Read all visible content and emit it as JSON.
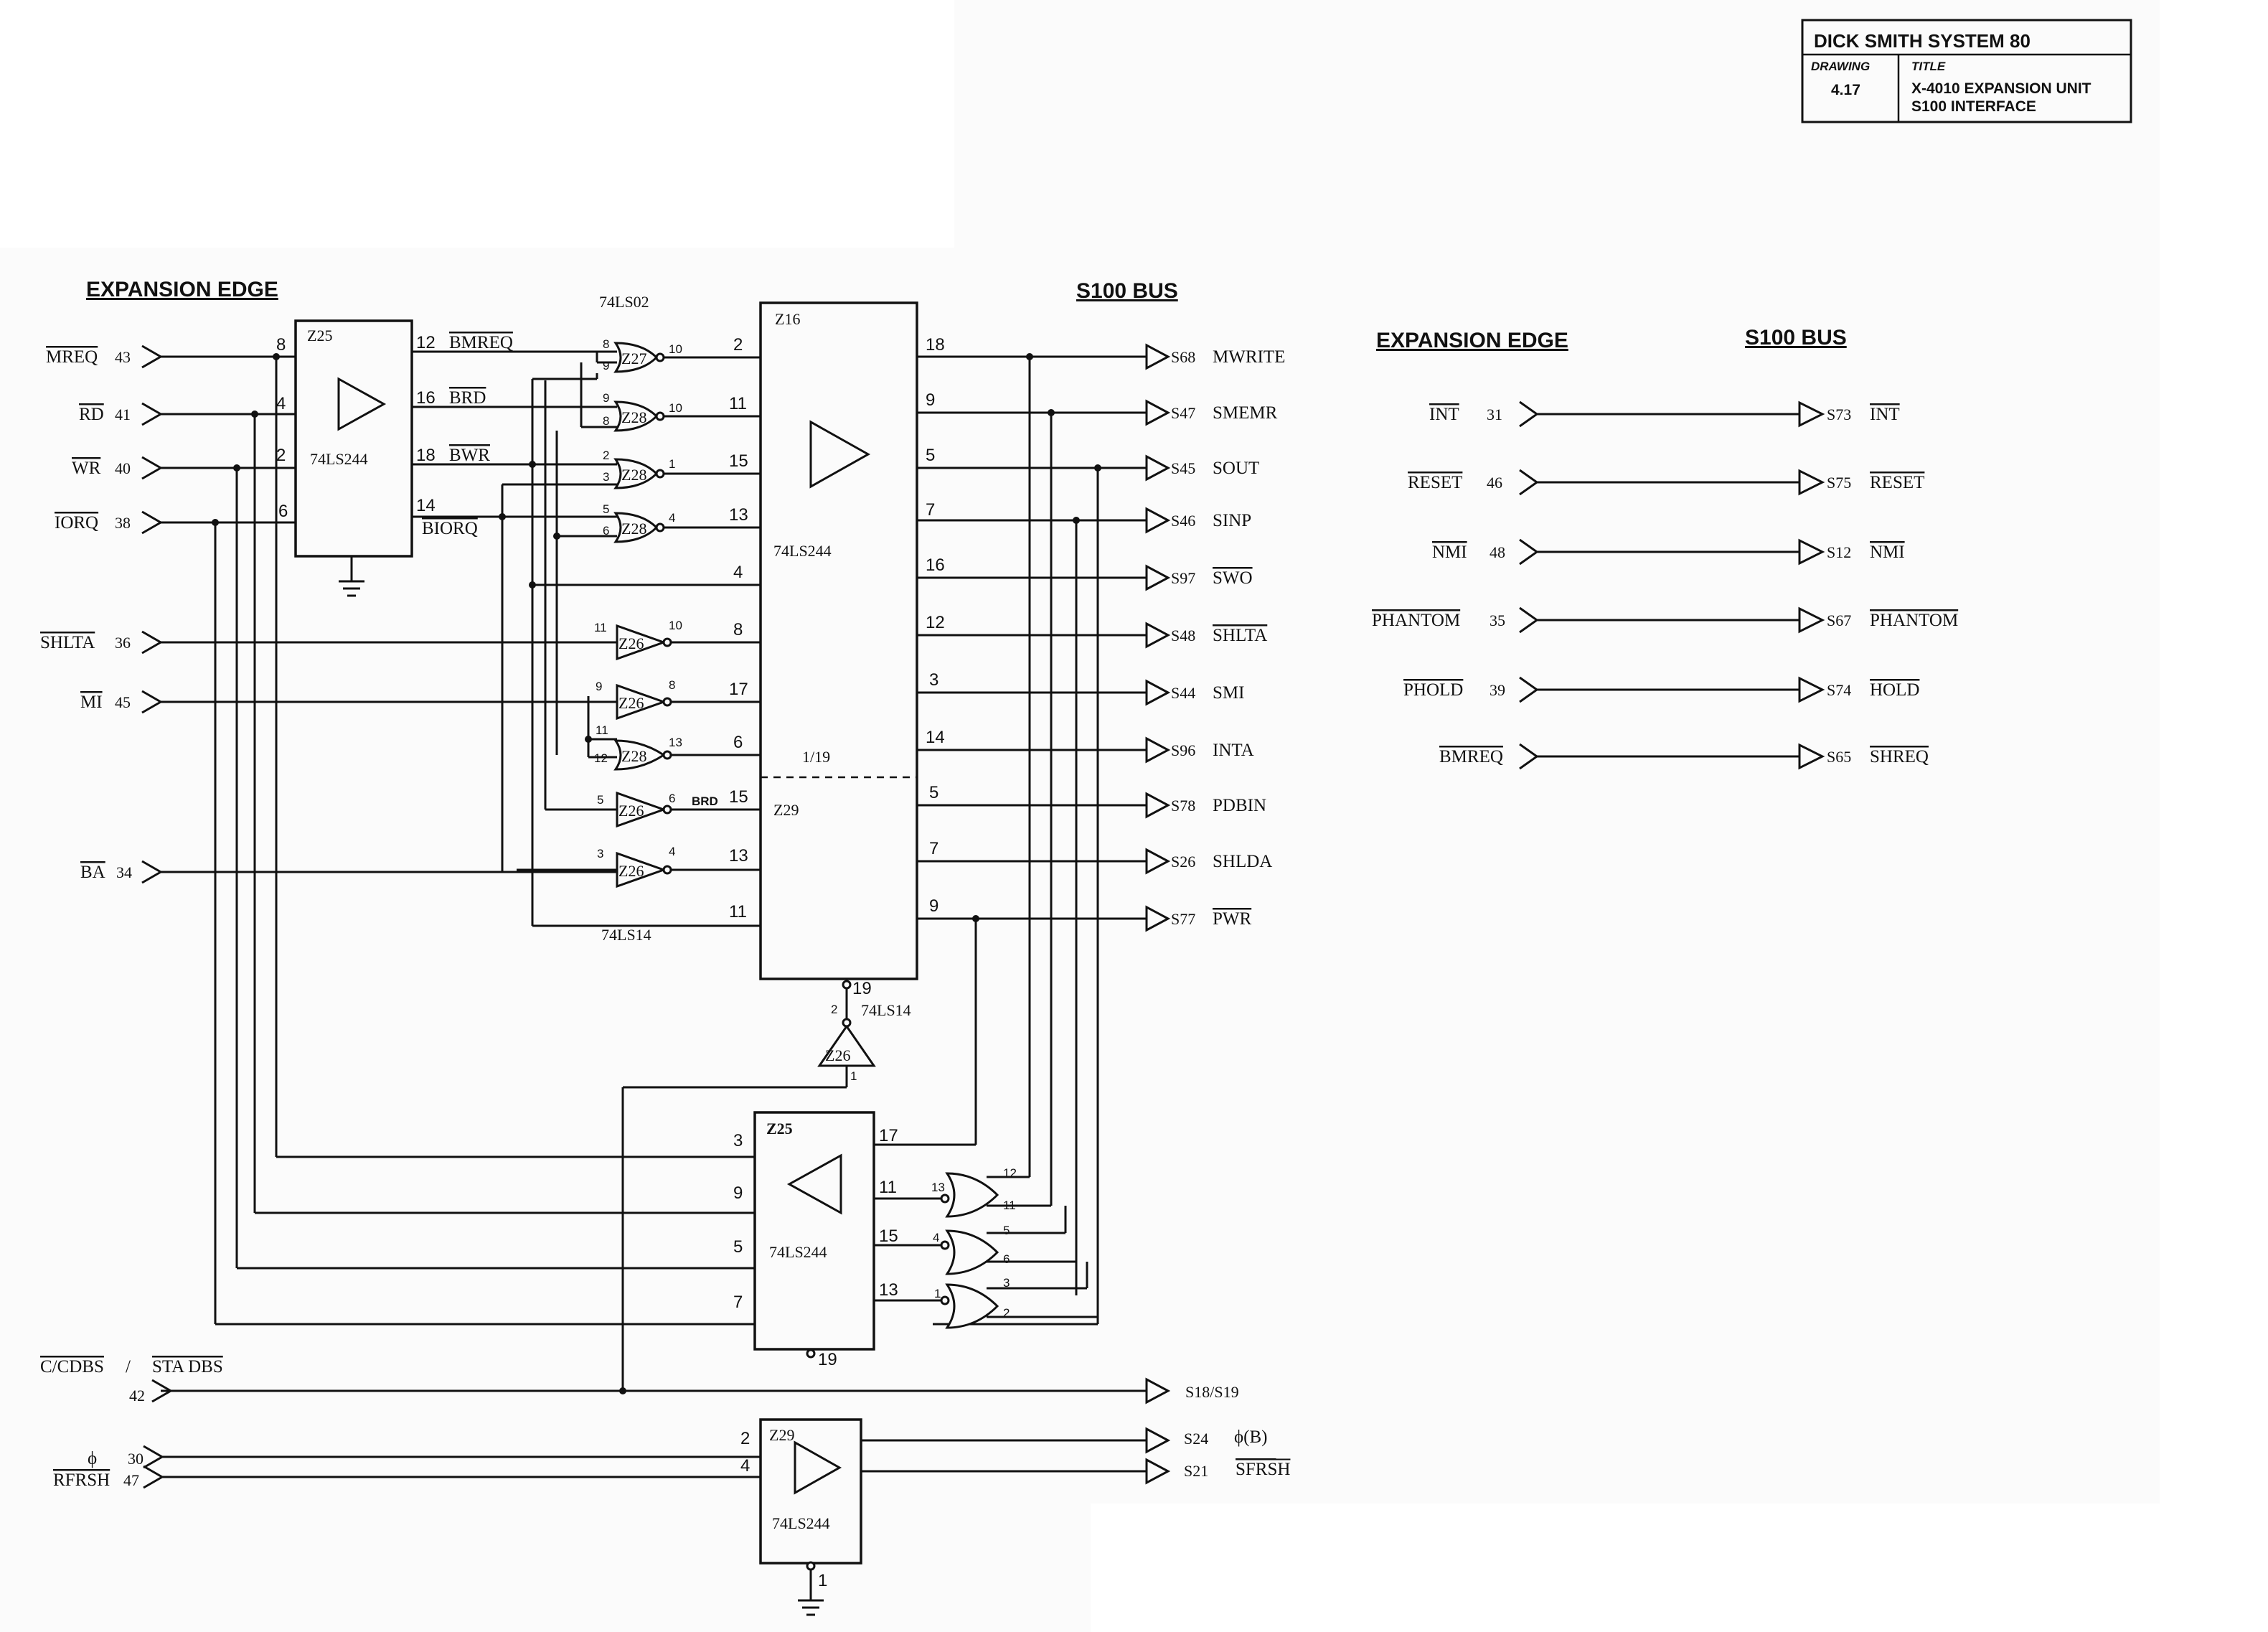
{
  "title_block": {
    "company": "DICK SMITH SYSTEM 80",
    "drawing_label": "DRAWING",
    "drawing_number": "4.17",
    "title_label": "TITLE",
    "title_line1": "X-4010 EXPANSION UNIT",
    "title_line2": "S100 INTERFACE"
  },
  "headers": {
    "left_edge": "EXPANSION EDGE",
    "left_bus": "S100 BUS",
    "right_edge": "EXPANSION EDGE",
    "right_bus": "S100 BUS"
  },
  "chips": {
    "z25_top": "Z25",
    "z25_top_type": "74LS244",
    "z16": "Z16",
    "z16_type": "74LS244",
    "z29_mid": "Z29",
    "z16_enable": "1/19",
    "ls02": "74LS02",
    "ls14_bottom": "74LS14",
    "ls14_inv": "74LS14",
    "z26_inv": "Z26",
    "z25_bottom": "Z25",
    "z25_bottom_type": "74LS244",
    "z29_bottom": "Z29",
    "z29_bottom_type": "74LS244"
  },
  "gates": {
    "g1": "Z27",
    "g2": "Z28",
    "g3": "Z28",
    "g4": "Z28",
    "g5": "Z26",
    "g6": "Z26",
    "g7": "Z28",
    "g8": "Z26",
    "g9": "Z26"
  },
  "edge_inputs": [
    {
      "name": "MREQ",
      "pin": "43"
    },
    {
      "name": "RD",
      "pin": "41"
    },
    {
      "name": "WR",
      "pin": "40"
    },
    {
      "name": "IORQ",
      "pin": "38"
    },
    {
      "name": "SHLTA",
      "pin": "36"
    },
    {
      "name": "MI",
      "pin": "45"
    },
    {
      "name": "BA",
      "pin": "34"
    }
  ],
  "z25_outputs": [
    {
      "pin": "12",
      "name": "BMREQ"
    },
    {
      "pin": "16",
      "name": "BRD"
    },
    {
      "pin": "18",
      "name": "BWR"
    },
    {
      "pin": "14",
      "name": "BIORQ"
    }
  ],
  "z25_inputs": [
    "8",
    "4",
    "2",
    "6"
  ],
  "bus_outputs": [
    {
      "bus": "S68",
      "name": "MWRITE",
      "pin": "18"
    },
    {
      "bus": "S47",
      "name": "SMEMR",
      "pin": "9"
    },
    {
      "bus": "S45",
      "name": "SOUT",
      "pin": "5"
    },
    {
      "bus": "S46",
      "name": "SINP",
      "pin": "7"
    },
    {
      "bus": "S97",
      "name": "SWO",
      "pin": "16"
    },
    {
      "bus": "S48",
      "name": "SHLTA",
      "pin": "12"
    },
    {
      "bus": "S44",
      "name": "SMI",
      "pin": "3"
    },
    {
      "bus": "S96",
      "name": "INTA",
      "pin": "14"
    },
    {
      "bus": "S78",
      "name": "PDBIN",
      "pin": "5"
    },
    {
      "bus": "S26",
      "name": "SHLDA",
      "pin": "7"
    },
    {
      "bus": "S77",
      "name": "PWR",
      "pin": "9"
    }
  ],
  "z16_inputs": [
    "2",
    "11",
    "15",
    "13",
    "4",
    "8",
    "17",
    "6",
    "15",
    "13",
    "11"
  ],
  "gate_pins": {
    "g1_in": [
      "8",
      "9"
    ],
    "g1_out": "10",
    "g2_in": [
      "9",
      "8"
    ],
    "g2_out": "10",
    "g3_in": [
      "2",
      "3"
    ],
    "g3_out": "1",
    "g4_in": [
      "5",
      "6"
    ],
    "g4_out": "4",
    "g5_in": "11",
    "g5_out": "10",
    "g6_in": "9",
    "g6_out": "8",
    "g7_in": [
      "11",
      "12"
    ],
    "g7_out": "13",
    "g8_in": "5",
    "g8_out": "6",
    "g9_in": "3",
    "g9_out": "4",
    "brd_label": "BRD"
  },
  "bottom_section": {
    "z16_enable_pin": "19",
    "inv_in": "1",
    "inv_out": "2",
    "z25_enable_pin": "19",
    "z25_in": [
      "3",
      "9",
      "5",
      "7"
    ],
    "z25_out": [
      "17",
      "11",
      "15",
      "13"
    ],
    "nor_pins": [
      {
        "out": "13",
        "in": [
          "12",
          "11"
        ]
      },
      {
        "out": "4",
        "in": [
          "5",
          "6"
        ]
      },
      {
        "out": "1",
        "in": [
          "3",
          "2"
        ]
      }
    ],
    "cdbs_label": "C/CDBS",
    "sep": "/",
    "stadbs_label": "STA DBS",
    "cdbs_pin": "42",
    "s18": "S18/S19",
    "phi_label": "ϕ",
    "phi_pin": "30",
    "rfrsh_label": "RFRSH",
    "rfrsh_pin": "47",
    "z29_in": [
      "2",
      "4"
    ],
    "z29_enable_pin": "1",
    "s24_bus": "S24",
    "s24_name": "ϕ(B)",
    "s21_bus": "S21",
    "s21_name": "SFRSH"
  },
  "right_panel": [
    {
      "edge": "INT",
      "pin": "31",
      "bus": "S73",
      "bus_name": "INT"
    },
    {
      "edge": "RESET",
      "pin": "46",
      "bus": "S75",
      "bus_name": "RESET"
    },
    {
      "edge": "NMI",
      "pin": "48",
      "bus": "S12",
      "bus_name": "NMI"
    },
    {
      "edge": "PHANTOM",
      "pin": "35",
      "bus": "S67",
      "bus_name": "PHANTOM"
    },
    {
      "edge": "PHOLD",
      "pin": "39",
      "bus": "S74",
      "bus_name": "HOLD"
    },
    {
      "edge": "BMREQ",
      "pin": "",
      "bus": "S65",
      "bus_name": "SHREQ"
    }
  ]
}
